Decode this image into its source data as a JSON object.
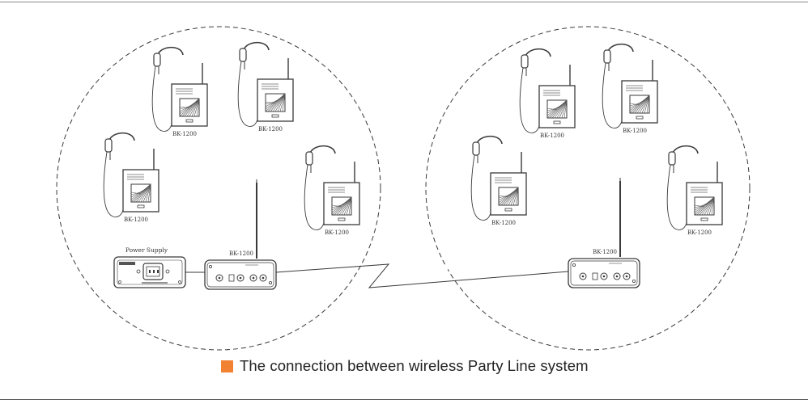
{
  "caption": {
    "text": "The connection between wireless Party Line system",
    "marker_color": "#F08232"
  },
  "labels": {
    "beltpack_model": "BK-1200",
    "base_model": "BK-1200",
    "power_supply": "Power Supply"
  },
  "systems": [
    {
      "name": "system-left",
      "beltpacks": 4,
      "has_power_supply": true
    },
    {
      "name": "system-right",
      "beltpacks": 4,
      "has_power_supply": false
    }
  ]
}
